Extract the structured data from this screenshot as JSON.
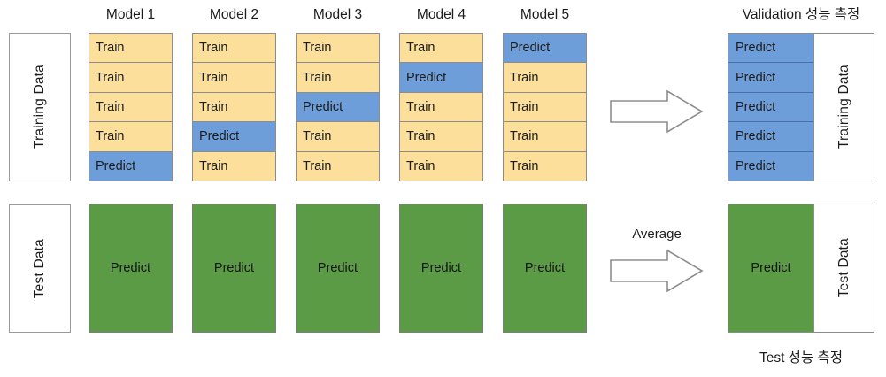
{
  "diagram": {
    "title_top_right": "Validation 성능 측정",
    "caption_bottom_right": "Test 성능 측정",
    "arrow_label": "Average",
    "colors": {
      "train": "#fbdf9b",
      "predict_blue": "#6d9eda",
      "predict_green": "#5b9b45",
      "border": "#8c8c8c",
      "background": "#ffffff"
    }
  },
  "left_labels": {
    "training_data": "Training Data",
    "test_data": "Test Data"
  },
  "columns": [
    {
      "header": "Model 1",
      "folds": [
        {
          "label": "Train",
          "role": "train"
        },
        {
          "label": "Train",
          "role": "train"
        },
        {
          "label": "Train",
          "role": "train"
        },
        {
          "label": "Train",
          "role": "train"
        },
        {
          "label": "Predict",
          "role": "predict"
        }
      ],
      "test_label": "Predict"
    },
    {
      "header": "Model 2",
      "folds": [
        {
          "label": "Train",
          "role": "train"
        },
        {
          "label": "Train",
          "role": "train"
        },
        {
          "label": "Train",
          "role": "train"
        },
        {
          "label": "Predict",
          "role": "predict"
        },
        {
          "label": "Train",
          "role": "train"
        }
      ],
      "test_label": "Predict"
    },
    {
      "header": "Model 3",
      "folds": [
        {
          "label": "Train",
          "role": "train"
        },
        {
          "label": "Train",
          "role": "train"
        },
        {
          "label": "Predict",
          "role": "predict"
        },
        {
          "label": "Train",
          "role": "train"
        },
        {
          "label": "Train",
          "role": "train"
        }
      ],
      "test_label": "Predict"
    },
    {
      "header": "Model 4",
      "folds": [
        {
          "label": "Train",
          "role": "train"
        },
        {
          "label": "Predict",
          "role": "predict"
        },
        {
          "label": "Train",
          "role": "train"
        },
        {
          "label": "Train",
          "role": "train"
        },
        {
          "label": "Train",
          "role": "train"
        }
      ],
      "test_label": "Predict"
    },
    {
      "header": "Model 5",
      "folds": [
        {
          "label": "Predict",
          "role": "predict"
        },
        {
          "label": "Train",
          "role": "train"
        },
        {
          "label": "Train",
          "role": "train"
        },
        {
          "label": "Train",
          "role": "train"
        },
        {
          "label": "Train",
          "role": "train"
        }
      ],
      "test_label": "Predict"
    }
  ],
  "validation_panel": {
    "folds": [
      {
        "label": "Predict"
      },
      {
        "label": "Predict"
      },
      {
        "label": "Predict"
      },
      {
        "label": "Predict"
      },
      {
        "label": "Predict"
      }
    ],
    "side_label": "Training Data"
  },
  "test_panel": {
    "predict_label": "Predict",
    "side_label": "Test Data"
  }
}
